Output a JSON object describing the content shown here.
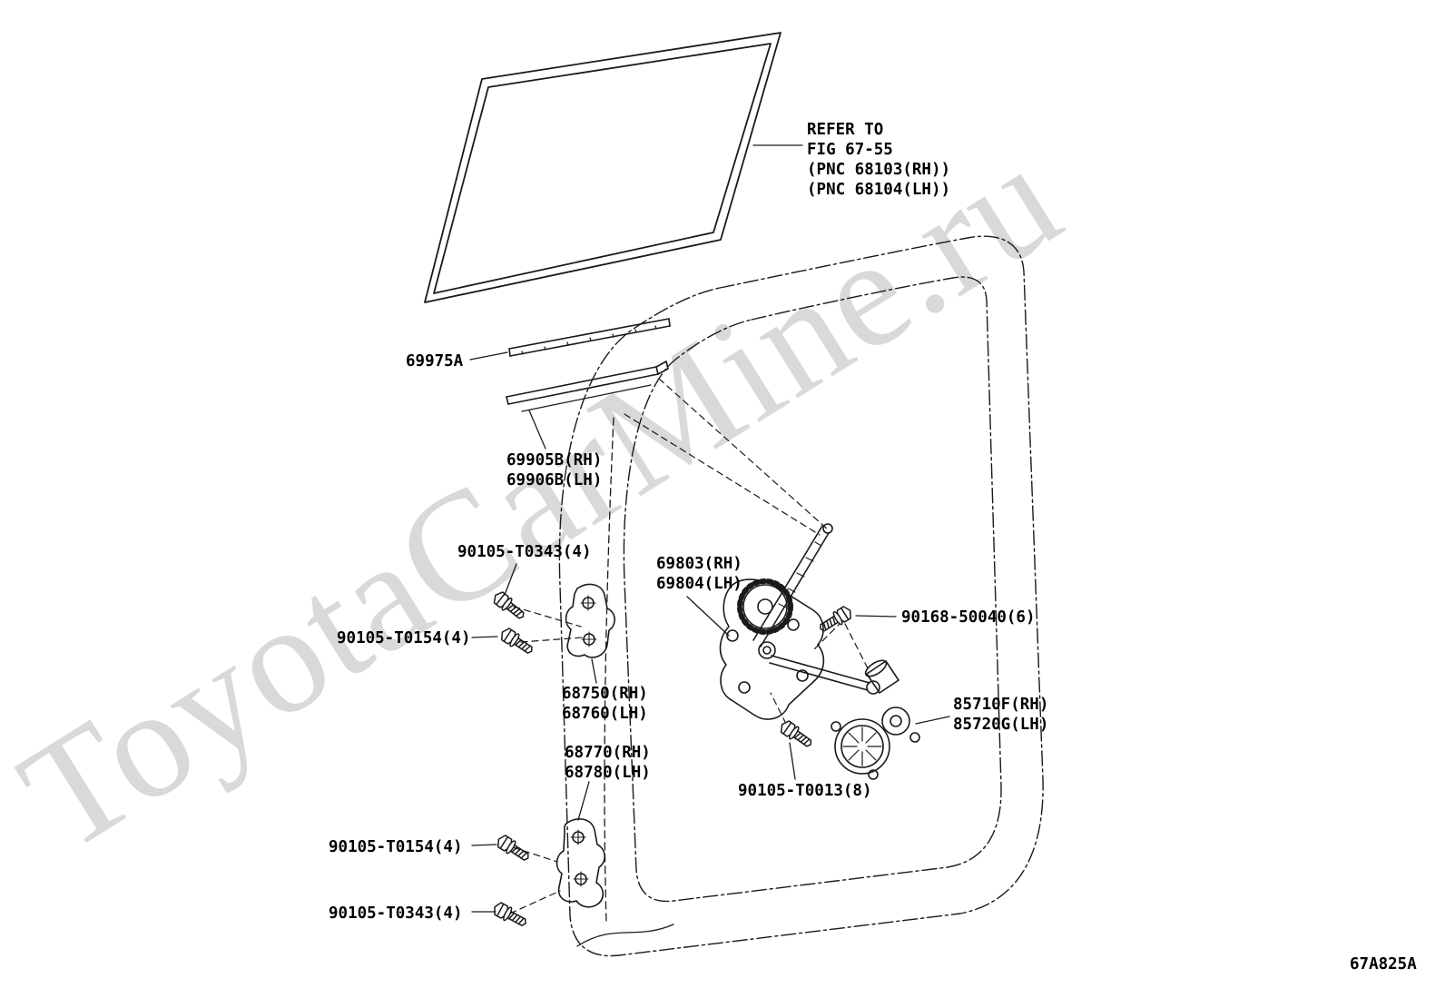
{
  "colors": {
    "background": "#ffffff",
    "line": "#1a1a1a",
    "watermark_gray": "#d9d9d9"
  },
  "watermark": {
    "text": "ToyotaCarMine.ru"
  },
  "diagram_code": "67A825A",
  "labels": {
    "refer_note": {
      "lines": [
        "REFER TO",
        "FIG 67-55",
        "(PNC 68103(RH))",
        "(PNC 68104(LH))"
      ]
    },
    "weatherstrip": {
      "part_no": "69975A"
    },
    "glass_run": {
      "lines": [
        "69905B(RH)",
        "69906B(LH)"
      ]
    },
    "bolt_t0343_upper": {
      "part_no": "90105-T0343(4)"
    },
    "bolt_t0154_upper": {
      "part_no": "90105-T0154(4)"
    },
    "regulator": {
      "lines": [
        "69803(RH)",
        "69804(LH)"
      ]
    },
    "screw_90168": {
      "part_no": "90168-50040(6)"
    },
    "hinge_upper": {
      "lines": [
        "68750(RH)",
        "68760(LH)"
      ]
    },
    "motor": {
      "lines": [
        "85710F(RH)",
        "85720G(LH)"
      ]
    },
    "hinge_lower": {
      "lines": [
        "68770(RH)",
        "68780(LH)"
      ]
    },
    "bolt_t0013": {
      "part_no": "90105-T0013(8)"
    },
    "bolt_t0154_lower": {
      "part_no": "90105-T0154(4)"
    },
    "bolt_t0343_lower": {
      "part_no": "90105-T0343(4)"
    }
  }
}
